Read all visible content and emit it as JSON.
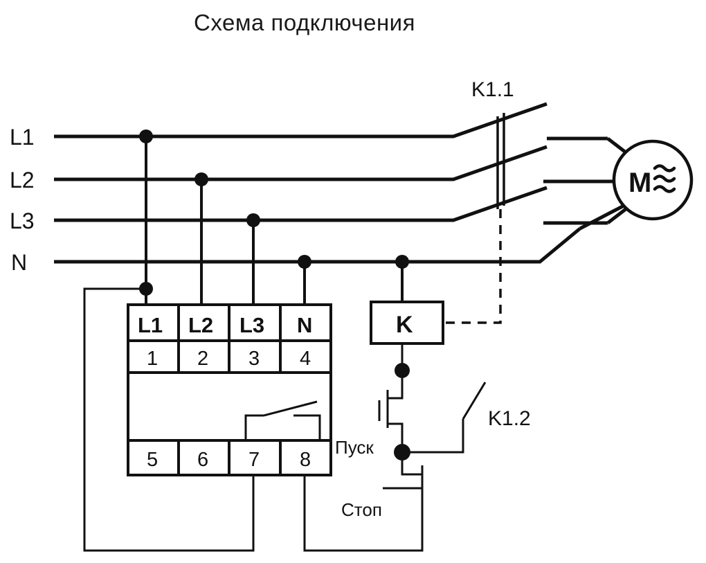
{
  "title": "Схема подключения",
  "supply_bus": {
    "labels": [
      "L1",
      "L2",
      "L3",
      "N"
    ]
  },
  "relay": {
    "terminals_top": [
      "L1",
      "L2",
      "L3",
      "N"
    ],
    "terminal_numbers_top": [
      "1",
      "2",
      "3",
      "4"
    ],
    "terminal_numbers_bottom": [
      "5",
      "6",
      "7",
      "8"
    ],
    "internal_contact": "normally-open-contact"
  },
  "contactor": {
    "coil_label": "K",
    "main_contacts_label": "K1.1",
    "aux_contact_label": "K1.2"
  },
  "buttons": {
    "start": "Пуск",
    "stop": "Стоп"
  },
  "motor": {
    "symbol": "M",
    "type_marking": "three-phase-ac-wave"
  },
  "colors": {
    "line": "#111111",
    "background": "#ffffff",
    "text": "#1a1a1a"
  }
}
